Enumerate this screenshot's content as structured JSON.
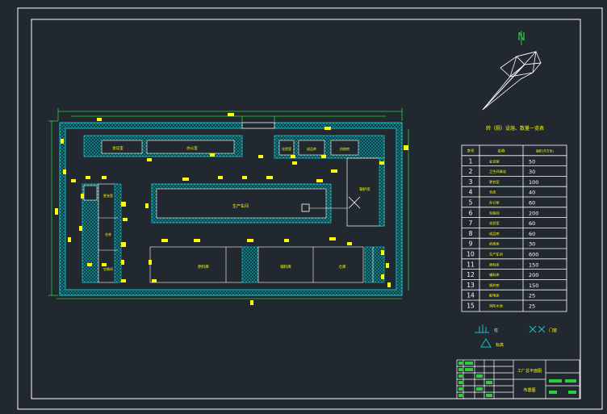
{
  "drawing": {
    "north_label": "N",
    "table_title": "转（厕）设施、数量一览表",
    "table_headers": [
      "序号",
      "名称",
      "面积(平方米)"
    ],
    "rooms": [
      {
        "no": "1",
        "name": "会议室",
        "area": "50"
      },
      {
        "no": "2",
        "name": "卫生间淋浴",
        "area": "30"
      },
      {
        "no": "3",
        "name": "更衣室",
        "area": "100"
      },
      {
        "no": "4",
        "name": "仓库",
        "area": "40"
      },
      {
        "no": "5",
        "name": "办公室",
        "area": "60"
      },
      {
        "no": "6",
        "name": "包装间",
        "area": "200"
      },
      {
        "no": "7",
        "name": "化验室",
        "area": "60"
      },
      {
        "no": "8",
        "name": "成品库",
        "area": "60"
      },
      {
        "no": "9",
        "name": "机修房",
        "area": "30"
      },
      {
        "no": "10",
        "name": "生产车间",
        "area": "600"
      },
      {
        "no": "11",
        "name": "原料库",
        "area": "150"
      },
      {
        "no": "12",
        "name": "辅料库",
        "area": "200"
      },
      {
        "no": "13",
        "name": "锅炉房",
        "area": "150"
      },
      {
        "no": "14",
        "name": "配电房",
        "area": "25"
      },
      {
        "no": "15",
        "name": "消防水池",
        "area": "25"
      }
    ],
    "legend": [
      {
        "symbol": "column-symbol",
        "label": "柱"
      },
      {
        "symbol": "cross-symbol",
        "label": "门窗"
      },
      {
        "symbol": "triangle-symbol",
        "label": "标高"
      }
    ],
    "plan_labels": {
      "meeting": "会议室",
      "office": "办公室",
      "production": "生产车间",
      "boiler": "锅炉房",
      "left_top": "更衣室",
      "left_mid": "仓库",
      "left_bottom": "包装间",
      "bottom_a": "原料库",
      "bottom_b": "辅料库",
      "bottom_c": "仓库",
      "top_r1": "化验室",
      "top_r2": "成品库",
      "top_r3": "机修房"
    },
    "title_block": {
      "drawing_name": "工厂总平面图",
      "subtitle": "布置图"
    }
  },
  "colors": {
    "background": "#212830",
    "line": "#ffffff",
    "wall": "#17c0c6",
    "dim": "#2ecc40",
    "tag": "#ffff00"
  }
}
